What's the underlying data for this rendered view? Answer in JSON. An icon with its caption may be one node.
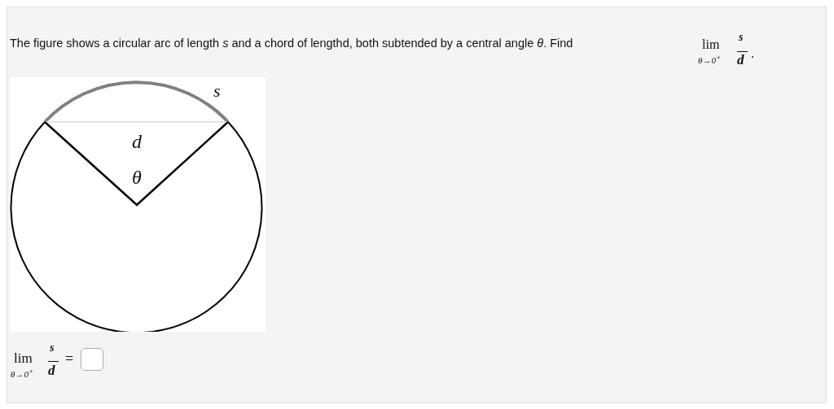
{
  "diagram": {
    "labels": [
      "The figure shows a circular arc of length *s* and a chord of lengthd, both subtended by a central angle *θ*. Find",
      "lim",
      "θ→0$^{+}$",
      "s",
      "d",
      ".",
      "s",
      "d",
      "θ",
      "lim",
      "θ→0$^{+}$",
      "s",
      "d",
      "="
    ]
  }
}
